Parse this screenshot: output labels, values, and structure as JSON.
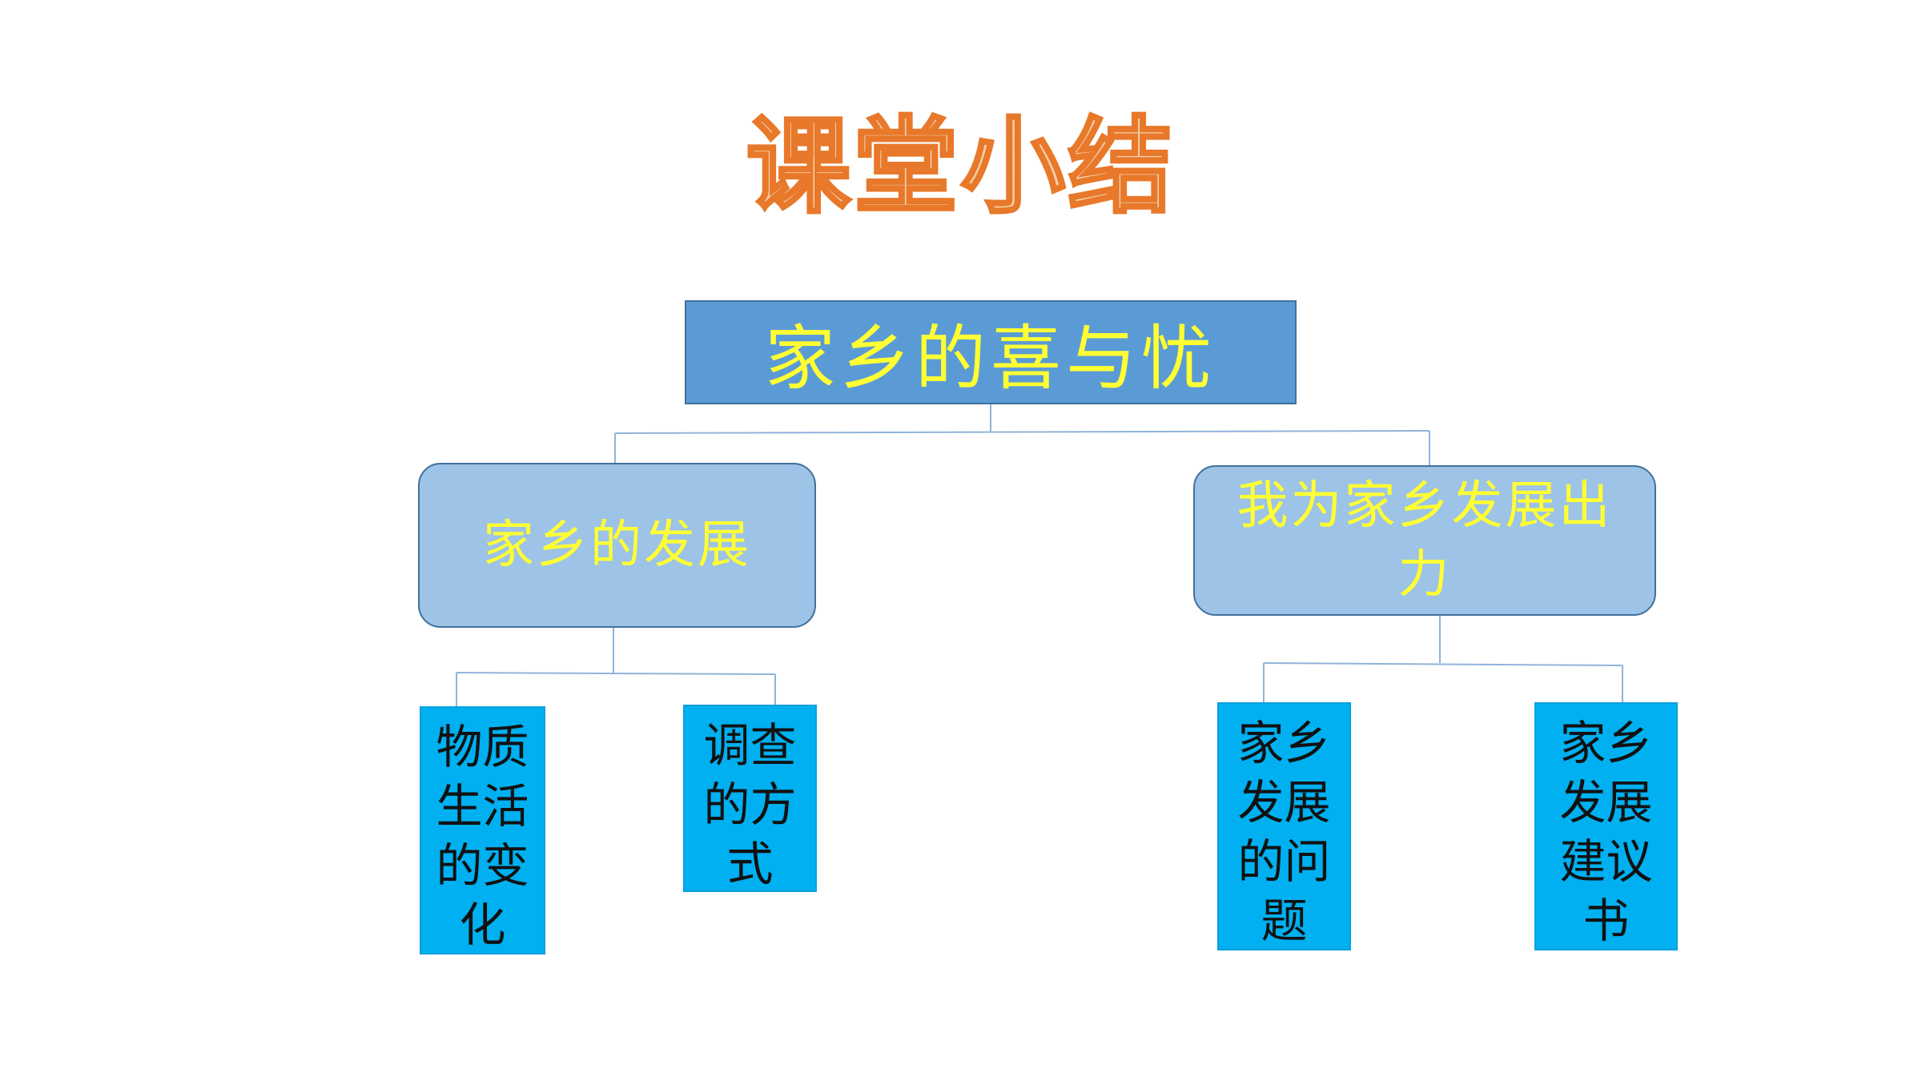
{
  "title": "课堂小结",
  "root": {
    "label": "家乡的喜与忧"
  },
  "branches": [
    {
      "label": "家乡的发展",
      "children": [
        "物质生活的变化",
        "调查的方式"
      ]
    },
    {
      "label": "我为家乡发展出力",
      "children": [
        "家乡发展的问题",
        "家乡发展建议书"
      ]
    }
  ],
  "colors": {
    "title_fill": "#f4d0a8",
    "title_outline": "#e8782a",
    "root_fill": "#5b9bd5",
    "branch_fill": "#9dc3e6",
    "leaf_fill": "#00b0f0",
    "node_text": "#ffff33",
    "connector": "#8fb4d9"
  }
}
